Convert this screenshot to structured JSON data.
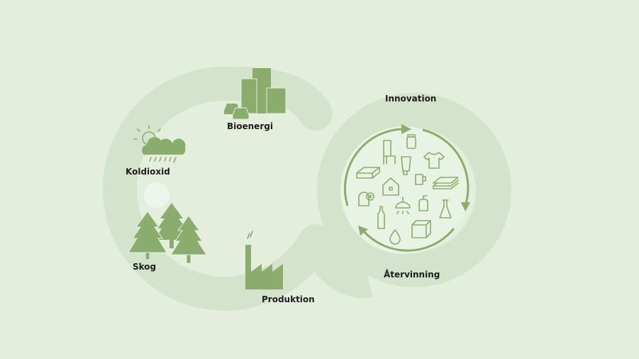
{
  "labels": {
    "bioenergi": "Bioenergi",
    "koldioxid": "Koldioxid",
    "skog": "Skog",
    "produktion": "Produktion",
    "innovation": "Innovation",
    "atervinning": "Återvinning"
  },
  "colors": {
    "background": "#e3efdc",
    "band": "#d4e3cb",
    "inner_circle": "#e9f3e3",
    "icon": "#8aac6c"
  }
}
